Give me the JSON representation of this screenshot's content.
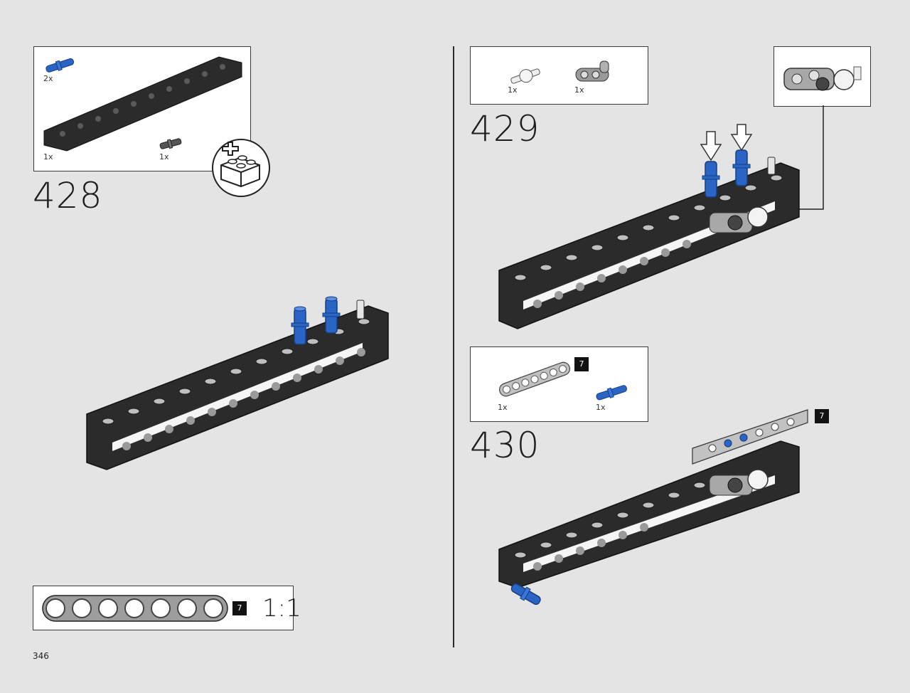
{
  "page": {
    "number": "346"
  },
  "steps": [
    {
      "id": "428",
      "number": "428",
      "parts": [
        {
          "qty": "2x",
          "color": "#2a64c5",
          "icon": "blue-axle-pin-icon"
        },
        {
          "qty": "1x",
          "color": "#2b2b2b",
          "icon": "black-frame-icon"
        },
        {
          "qty": "1x",
          "color": "#555555",
          "icon": "small-pin-icon"
        }
      ],
      "badge": "new-brick-icon"
    },
    {
      "id": "429",
      "number": "429",
      "parts": [
        {
          "qty": "1x",
          "color": "#e8e8e8",
          "icon": "ball-joint-icon"
        },
        {
          "qty": "1x",
          "color": "#9a9a9a",
          "icon": "gray-connector-icon"
        }
      ]
    },
    {
      "id": "430",
      "number": "430",
      "parts": [
        {
          "qty": "1x",
          "color": "#bdbdbd",
          "icon": "gray-beam-icon",
          "length": "7"
        },
        {
          "qty": "1x",
          "color": "#2a64c5",
          "icon": "blue-axle-pin-icon"
        }
      ],
      "model_badge": "7"
    }
  ],
  "scale_guide": {
    "length": "7",
    "label": "1:1",
    "holes": 7
  },
  "colors": {
    "frame": "#2b2b2b",
    "frame_hole": "#bfbfbf",
    "blue": "#2a64c5",
    "page_bg": "#e4e4e4"
  }
}
